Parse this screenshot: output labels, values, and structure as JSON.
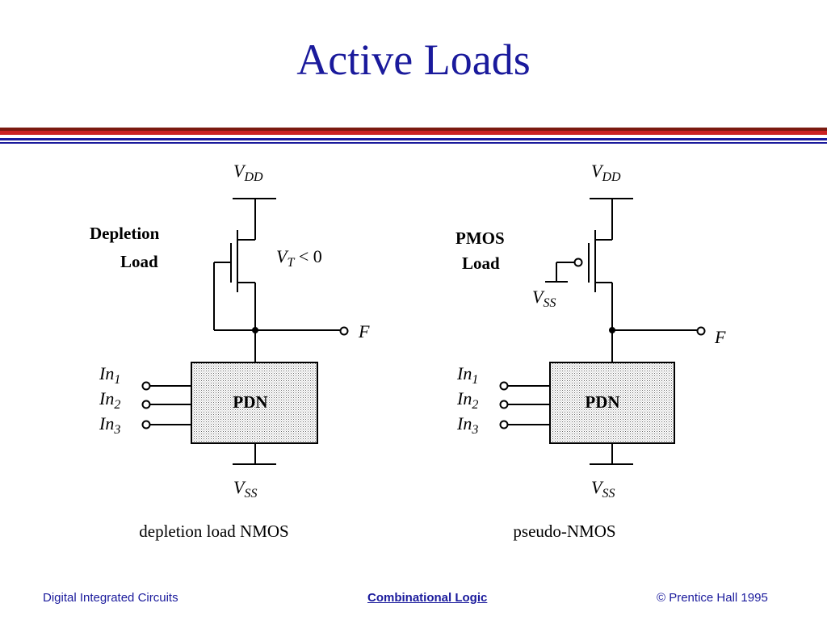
{
  "slide": {
    "title": "Active Loads",
    "footer": {
      "left": "Digital Integrated Circuits",
      "center": "Combinational Logic",
      "right": "© Prentice Hall 1995"
    },
    "colors": {
      "title": "#1a1a9c",
      "bar_red": "#cc2222",
      "bar_dark_red": "#7a1a10",
      "bar_blue": "#1a1a9c"
    }
  },
  "diagram": {
    "left_circuit": {
      "vdd": {
        "main": "V",
        "sub": "DD"
      },
      "load_label_line1": "Depletion",
      "load_label_line2": "Load",
      "vt": {
        "main": "V",
        "sub": "T",
        "rest": " < 0"
      },
      "output": "F",
      "inputs": [
        {
          "main": "In",
          "sub": "1"
        },
        {
          "main": "In",
          "sub": "2"
        },
        {
          "main": "In",
          "sub": "3"
        }
      ],
      "block_label": "PDN",
      "vss": {
        "main": "V",
        "sub": "SS"
      },
      "caption": "depletion load NMOS"
    },
    "right_circuit": {
      "vdd": {
        "main": "V",
        "sub": "DD"
      },
      "load_label_line1": "PMOS",
      "load_label_line2": "Load",
      "gate_supply": {
        "main": "V",
        "sub": "SS"
      },
      "output": "F",
      "inputs": [
        {
          "main": "In",
          "sub": "1"
        },
        {
          "main": "In",
          "sub": "2"
        },
        {
          "main": "In",
          "sub": "3"
        }
      ],
      "block_label": "PDN",
      "vss": {
        "main": "V",
        "sub": "SS"
      },
      "caption": "pseudo-NMOS"
    }
  }
}
